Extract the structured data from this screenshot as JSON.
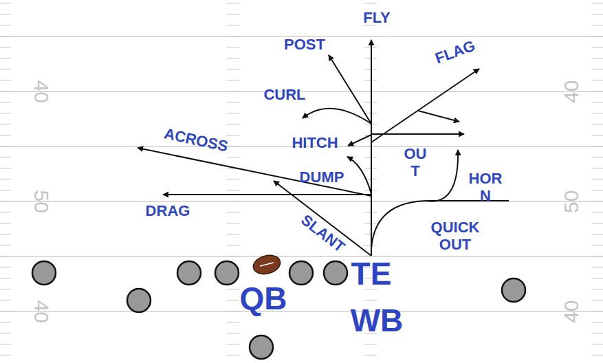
{
  "diagram": {
    "labels": [
      "FLY",
      "POST",
      "FLAG",
      "40",
      "40",
      "CURL",
      "HITCH",
      "ACROSS",
      "OU T",
      "DUMP",
      "HOR N",
      "50",
      "50",
      "DRAG",
      "SLANT",
      "QUICK OUT",
      "TE",
      "QB",
      "40",
      "40",
      "WB"
    ]
  }
}
